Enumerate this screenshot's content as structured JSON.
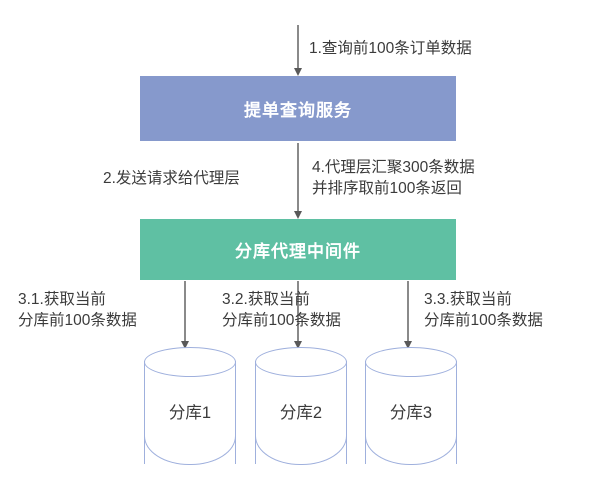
{
  "diagram": {
    "title_nodes": {
      "service": "提单查询服务",
      "proxy": "分库代理中间件"
    },
    "colors": {
      "service_box": "#8699cc",
      "proxy_box": "#5fc0a3",
      "cylinder_stroke": "#9fb0dd",
      "arrow": "#595959",
      "text": "#3b3b3b"
    },
    "steps": [
      {
        "id": "step-1",
        "text": "1.查询前100条订单数据"
      },
      {
        "id": "step-2",
        "text": "2.发送请求给代理层"
      },
      {
        "id": "step-4",
        "text": "4.代理层汇聚300条数据\n并排序取前100条返回"
      },
      {
        "id": "step-3-1",
        "text": "3.1.获取当前\n分库前100条数据"
      },
      {
        "id": "step-3-2",
        "text": "3.2.获取当前\n分库前100条数据"
      },
      {
        "id": "step-3-3",
        "text": "3.3.获取当前\n分库前100条数据"
      }
    ],
    "databases": [
      {
        "id": "db-1",
        "label": "分库1"
      },
      {
        "id": "db-2",
        "label": "分库2"
      },
      {
        "id": "db-3",
        "label": "分库3"
      }
    ]
  }
}
